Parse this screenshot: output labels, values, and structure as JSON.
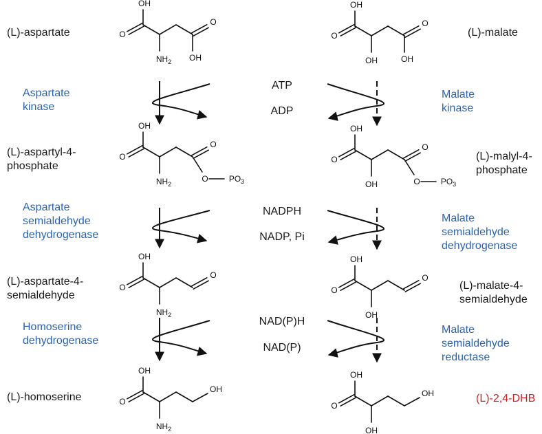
{
  "compounds": {
    "aspartate": "(L)-aspartate",
    "malate": "(L)-malate",
    "aspartyl_phosphate": "(L)-aspartyl-4-\nphosphate",
    "malyl_phosphate": "(L)-malyl-4-\nphosphate",
    "aspartate_semialdehyde": "(L)-aspartate-4-\nsemialdehyde",
    "malate_semialdehyde": "(L)-malate-4-\nsemialdehyde",
    "homoserine": "(L)-homoserine",
    "dhb": "(L)-2,4-DHB"
  },
  "enzymes": {
    "aspartate_kinase": "Aspartate\nkinase",
    "malate_kinase": "Malate\nkinase",
    "aspartate_semialdehyde_dh": "Aspartate\nsemialdehyde\ndehydrogenase",
    "malate_semialdehyde_dh": "Malate\nsemialdehyde\ndehydrogenase",
    "homoserine_dh": "Homoserine\ndehydrogenase",
    "malate_semialdehyde_reductase": "Malate\nsemialdehyde\nreductase"
  },
  "cofactors": {
    "step1_in": "ATP",
    "step1_out": "ADP",
    "step2_in": "NADPH",
    "step2_out": "NADP, Pi",
    "step3_in": "NAD(P)H",
    "step3_out": "NAD(P)"
  },
  "atoms": {
    "oh": "OH",
    "o": "O",
    "nh2": "NH2",
    "po3": "PO3"
  },
  "colors": {
    "text": "#1a1a1a",
    "enzyme": "#2a64b4",
    "highlight": "#cc2222"
  }
}
